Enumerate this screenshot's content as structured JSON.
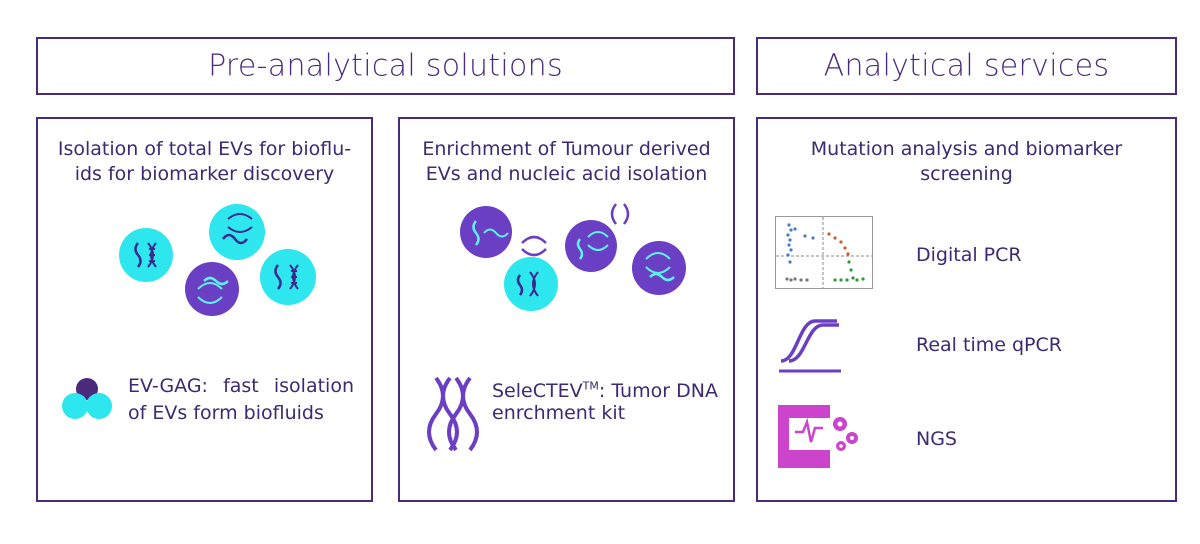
{
  "colors": {
    "frame": "#4a2a7a",
    "text": "#3d2a72",
    "cyan": "#2ee6ee",
    "purple": "#6b3fc4",
    "magenta": "#cc44cc"
  },
  "headers": {
    "pre_analytical": "Pre-analytical solutions",
    "analytical": "Analytical services"
  },
  "panel1": {
    "title_line1": "Isolation of total EVs for bioflu-",
    "title_line2": "ids for biomarker discovery",
    "product_name": "EV-GAG:",
    "product_line1_rest": "fast isolation",
    "product_line2": "of EVs form biofluids"
  },
  "panel2": {
    "title_line1": "Enrichment of Tumour derived",
    "title_line2": "EVs and nucleic acid isolation",
    "product_name": "SeleCTEV",
    "product_tm": "TM",
    "product_line1_rest": ": Tumor DNA",
    "product_line2": "enrchment kit"
  },
  "panel3": {
    "title_line1": "Mutation analysis and biomarker",
    "title_line2": "screening",
    "services": [
      {
        "label": "Digital PCR",
        "icon": "scatter-plot-icon"
      },
      {
        "label": "Real time qPCR",
        "icon": "amplification-curve-icon"
      },
      {
        "label": "NGS",
        "icon": "sequencer-icon"
      }
    ]
  }
}
